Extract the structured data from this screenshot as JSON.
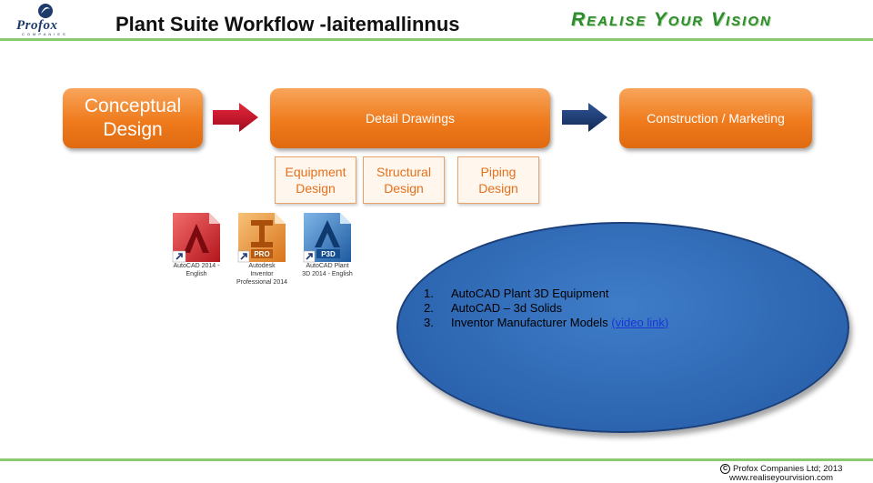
{
  "header": {
    "logo_text": "Profox",
    "logo_subtext": "COMPANIES",
    "title": "Plant Suite Workflow -laitemallinnus",
    "tagline": "Realise Your Vision"
  },
  "workflow": {
    "conceptual": {
      "line1": "Conceptual",
      "line2": "Design"
    },
    "detail": "Detail Drawings",
    "construction": "Construction / Marketing",
    "sub_boxes": [
      {
        "line1": "Equipment",
        "line2": "Design"
      },
      {
        "line1": "Structural",
        "line2": "Design"
      },
      {
        "line1": "Piping",
        "line2": "Design"
      }
    ]
  },
  "apps": [
    {
      "badge": "",
      "label_lines": [
        "AutoCAD 2014 -",
        "English"
      ],
      "icon": "autocad-icon"
    },
    {
      "badge": "PRO",
      "label_lines": [
        "Autodesk",
        "Inventor",
        "Professional 2014"
      ],
      "icon": "inventor-icon"
    },
    {
      "badge": "P3D",
      "label_lines": [
        "AutoCAD Plant",
        "3D 2014 - English"
      ],
      "icon": "plant3d-icon"
    }
  ],
  "steps": [
    {
      "num": "1.",
      "text": "AutoCAD Plant 3D Equipment",
      "link": ""
    },
    {
      "num": "2.",
      "text": "AutoCAD – 3d Solids",
      "link": ""
    },
    {
      "num": "3.",
      "text": "Inventor Manufacturer Models ",
      "link": "(video link)"
    }
  ],
  "footer": {
    "copyright_symbol": "C",
    "copyright": "Profox Companies Ltd; 2013",
    "website": "www.realiseyourvision.com"
  },
  "colors": {
    "accent_green": "#8cc870",
    "box_orange": "#ef7b1d",
    "arrow_red": "#c8102e",
    "arrow_navy": "#1f3b73",
    "ellipse_blue": "#2a62ad"
  }
}
